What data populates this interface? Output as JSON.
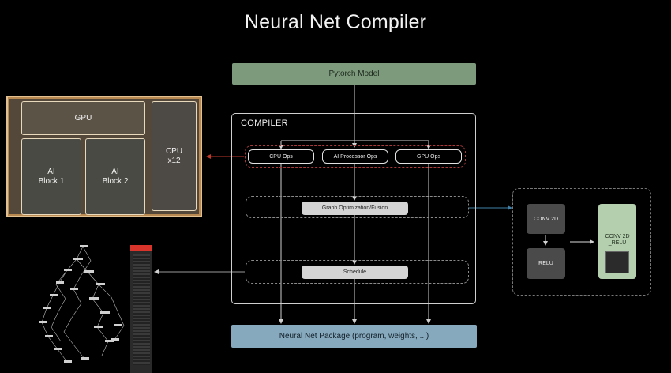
{
  "title": "Neural Net Compiler",
  "input_box": "Pytorch Model",
  "output_box": "Neural Net Package (program, weights, ...)",
  "compiler": {
    "label": "COMPILER",
    "ops": [
      "CPU Ops",
      "AI Processor Ops",
      "GPU Ops"
    ],
    "graph_opt": "Graph Optimization/Fusion",
    "schedule": "Schedule"
  },
  "chip": {
    "gpu": "GPU",
    "cpu_line1": "CPU",
    "cpu_line2": "x12",
    "ai1_line1": "AI",
    "ai1_line2": "Block 1",
    "ai2_line1": "AI",
    "ai2_line2": "Block 2"
  },
  "fusion_example": {
    "conv": "CONV 2D",
    "relu": "RELU",
    "fused_line1": "CONV 2D",
    "fused_line2": "_RELU"
  },
  "colors": {
    "input_box": "#7d9a7c",
    "output_box": "#86a9bd",
    "fused_node": "#b4cfae",
    "ops_outline": "#a83a3a",
    "arrow_to_chip": "#c0392b",
    "arrow_to_fusion": "#3f7fa8"
  }
}
